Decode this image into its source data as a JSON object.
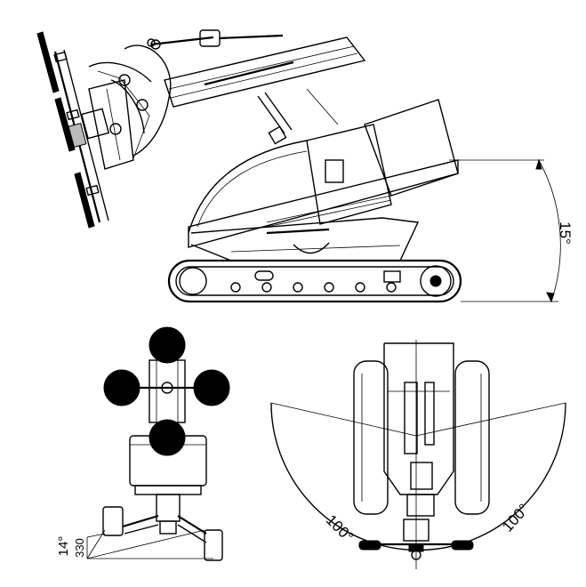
{
  "side_view": {
    "tilt_angle_label": "15°"
  },
  "front_view": {
    "angle_label": "14°",
    "height_label": "330"
  },
  "top_view": {
    "left_swing_label": "100°",
    "right_swing_label": "100°"
  }
}
